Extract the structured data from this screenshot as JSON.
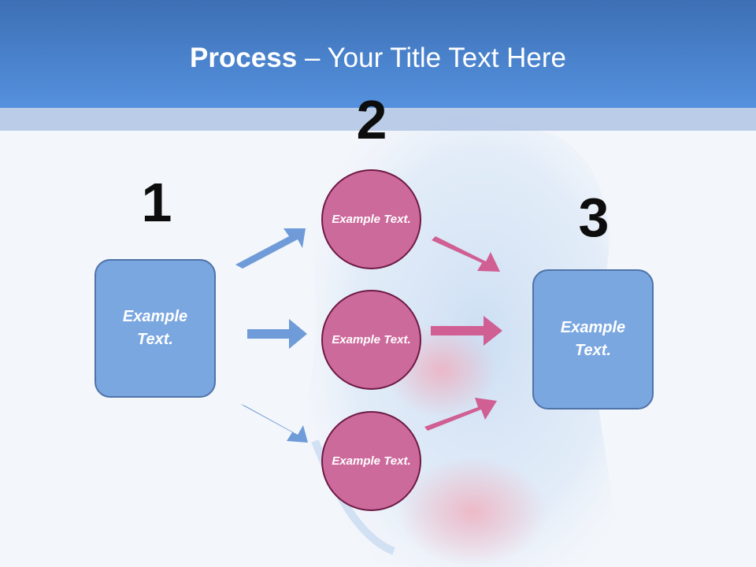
{
  "title": {
    "bold": "Process",
    "rest": " – Your Title Text Here"
  },
  "steps": [
    {
      "number": "1",
      "text": "Example Text."
    },
    {
      "number": "2",
      "items": [
        "Example Text.",
        "Example Text.",
        "Example Text."
      ]
    },
    {
      "number": "3",
      "text": "Example Text."
    }
  ],
  "colors": {
    "header": "#4a82cc",
    "box_fill": "#7aa7e0",
    "circle_fill": "#cd6a9c",
    "blue_arrow": "#6f9bd8",
    "pink_arrow": "#d05f93"
  }
}
